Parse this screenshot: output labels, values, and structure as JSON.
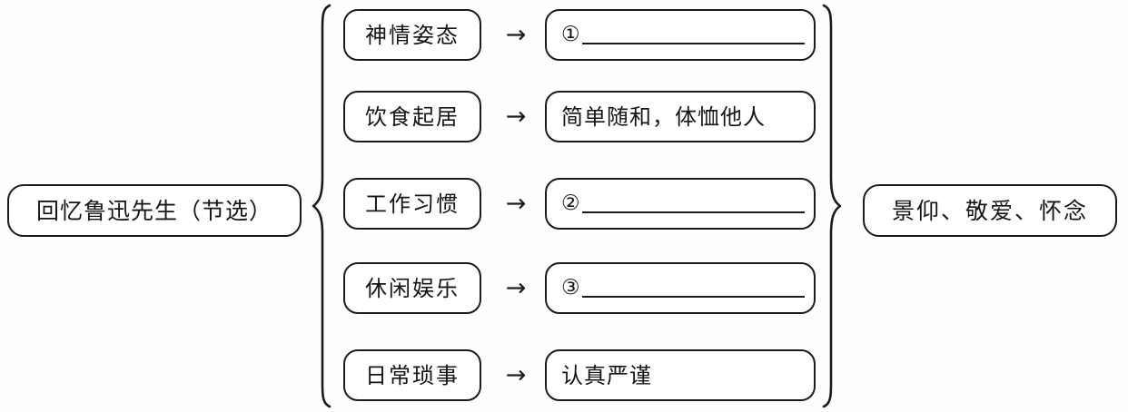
{
  "diagram": {
    "root": {
      "label": "回忆鲁迅先生（节选）"
    },
    "conclusion": {
      "label": "景仰、敬爱、怀念"
    },
    "arrow_glyph": "→",
    "rows": [
      {
        "aspect": "神情姿态",
        "answer_type": "blank",
        "marker": "①",
        "answer": ""
      },
      {
        "aspect": "饮食起居",
        "answer_type": "text",
        "marker": "",
        "answer": "简单随和，体恤他人"
      },
      {
        "aspect": "工作习惯",
        "answer_type": "blank",
        "marker": "②",
        "answer": ""
      },
      {
        "aspect": "休闲娱乐",
        "answer_type": "blank",
        "marker": "③",
        "answer": ""
      },
      {
        "aspect": "日常琐事",
        "answer_type": "text",
        "marker": "",
        "answer": "认真严谨"
      }
    ]
  },
  "colors": {
    "ink": "#1b1b1d",
    "paper": "#fefefe"
  }
}
